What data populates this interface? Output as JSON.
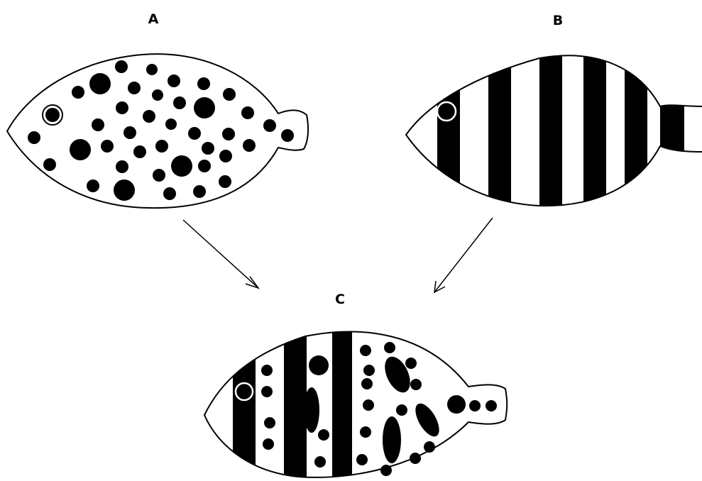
{
  "labels": {
    "a": "A",
    "b": "B",
    "c": "C"
  },
  "colors": {
    "ink": "#000000",
    "paper": "#ffffff"
  },
  "figures": [
    {
      "id": "A",
      "pattern": "spots"
    },
    {
      "id": "B",
      "pattern": "vertical-stripes"
    },
    {
      "id": "C",
      "pattern": "stripes-and-spots"
    }
  ],
  "arrows": [
    {
      "from": "A",
      "to": "C"
    },
    {
      "from": "B",
      "to": "C"
    }
  ]
}
